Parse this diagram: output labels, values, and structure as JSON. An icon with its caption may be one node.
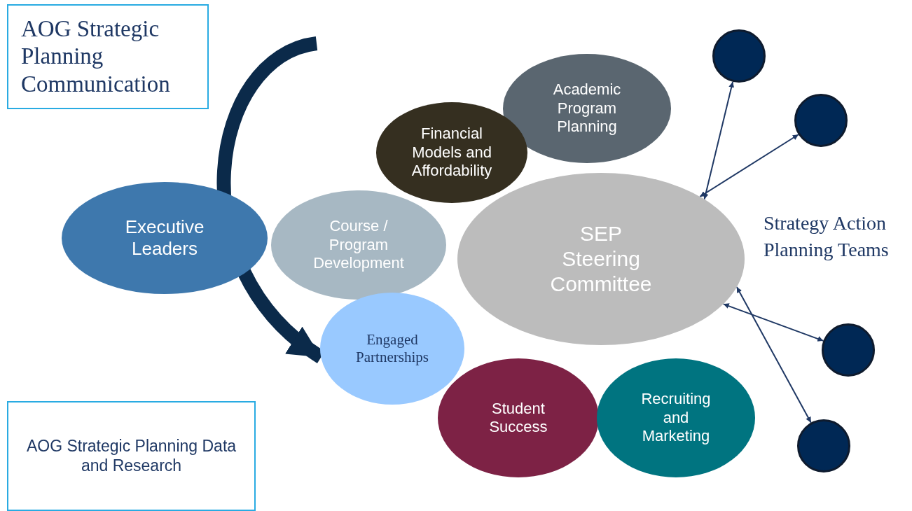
{
  "diagram": {
    "nodes": [
      {
        "text": [
          "AOG Strategic Planning Communication"
        ]
      },
      {
        "text": [
          "AOG Strategic Planning Data and Research"
        ]
      },
      {
        "text": [
          "Executive Leaders"
        ]
      },
      {
        "text": [
          "Academic Program Planning"
        ]
      },
      {
        "text": [
          "Financial Models and Affordability"
        ]
      },
      {
        "text": [
          "Course / Program Development"
        ]
      },
      {
        "text": [
          "SEP Steering Committee"
        ]
      },
      {
        "text": [
          "Engaged Partnerships"
        ]
      },
      {
        "text": [
          "Student Success"
        ]
      },
      {
        "text": [
          "Recruiting and Marketing"
        ]
      },
      {
        "text": [],
        "shape": "circle"
      },
      {
        "text": [],
        "shape": "circle"
      },
      {
        "text": [],
        "shape": "circle"
      },
      {
        "text": [],
        "shape": "circle"
      }
    ],
    "edges": [
      {
        "from": null,
        "to": 7,
        "arrow": "to",
        "style": "thick"
      },
      {
        "from": 6,
        "to": 10,
        "arrow": "both"
      },
      {
        "from": 6,
        "to": 11,
        "arrow": "both"
      },
      {
        "from": 6,
        "to": 12,
        "arrow": "both"
      },
      {
        "from": 6,
        "to": 13,
        "arrow": "both"
      }
    ],
    "labels": [
      "Strategy Action Planning Teams"
    ]
  }
}
